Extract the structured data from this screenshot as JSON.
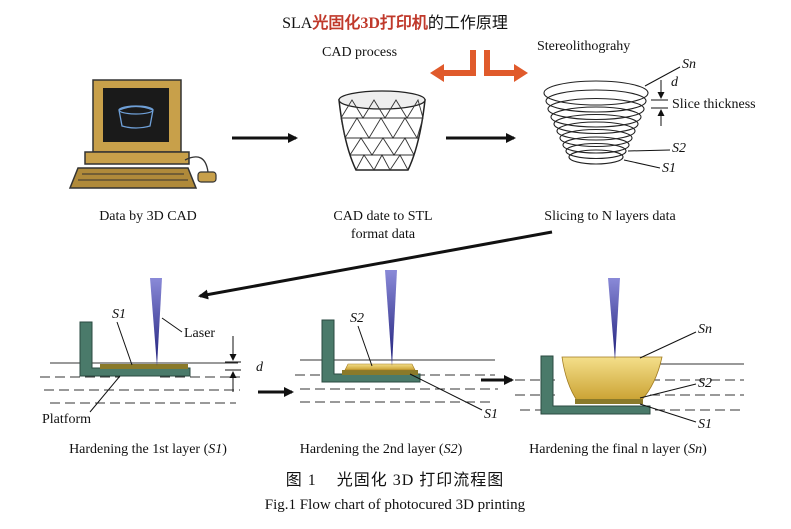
{
  "title": {
    "prefix": "SLA",
    "highlight": "光固化3D打印机",
    "suffix": "的工作原理",
    "highlight_color": "#c0392b"
  },
  "labels": {
    "cad_process": "CAD process",
    "stereolithography": "Stereolithograhy",
    "sn": "Sn",
    "d": "d",
    "slice_thickness": "Slice thickness",
    "s2": "S2",
    "s1": "S1",
    "laser": "Laser",
    "platform": "Platform",
    "data_by_cad": "Data by 3D CAD",
    "cad_to_stl_line1": "CAD date to STL",
    "cad_to_stl_line2": "format data",
    "slicing": "Slicing to N layers data",
    "hard1_pre": "Hardening the 1st layer (",
    "hard1_it": "S1",
    "hard2_pre": "Hardening the 2nd layer (",
    "hard2_it": "S2",
    "hardn_pre": "Hardening the final n layer (",
    "hardn_it": "Sn",
    "close_paren": ")"
  },
  "caption": {
    "cn": "图 1    光固化 3D 打印流程图",
    "en": "Fig.1 Flow chart of photocured 3D printing"
  },
  "colors": {
    "arrow_orange": "#e05a2b",
    "laser": "#2b2b8c",
    "platform": "#4a7a6a",
    "resin_layer": "#8a7a2a",
    "resin_gold": "#e0b840"
  }
}
